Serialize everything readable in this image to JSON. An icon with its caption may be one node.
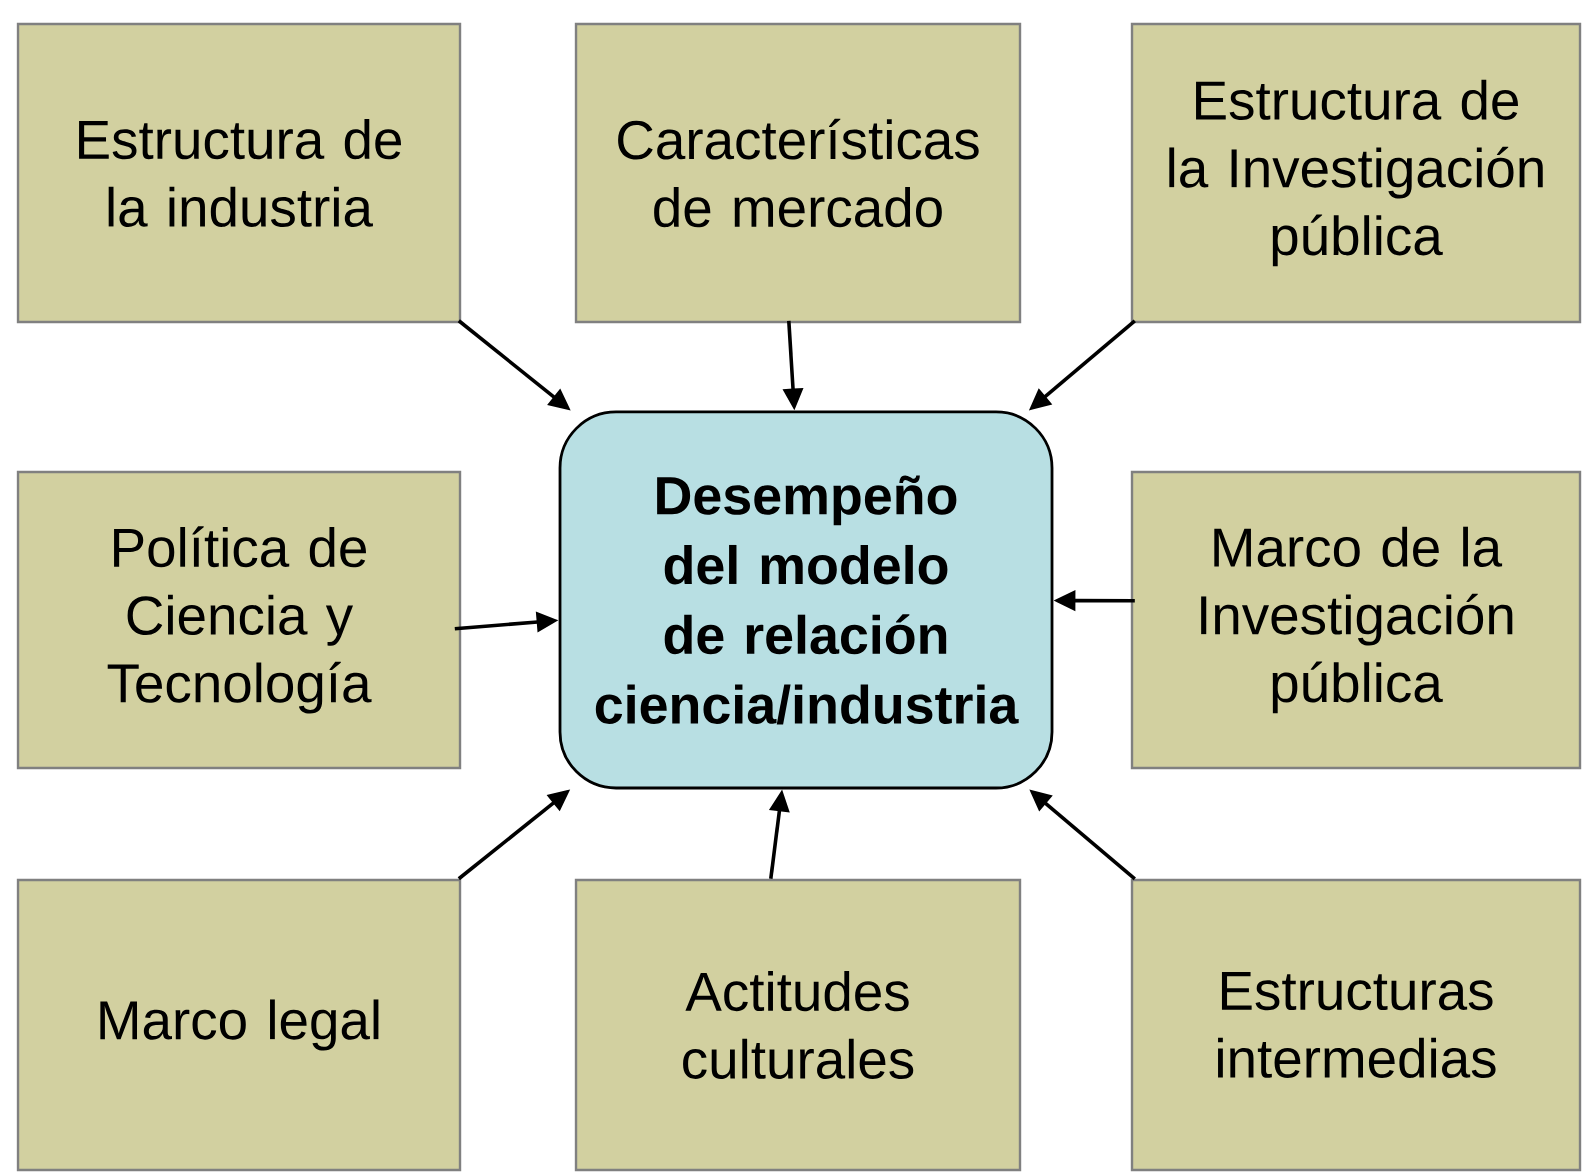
{
  "diagram": {
    "nodes": [
      {
        "text": [
          "Estructura de la industria"
        ]
      },
      {
        "text": [
          "Características de mercado"
        ]
      },
      {
        "text": [
          "Estructura de la Investigación pública"
        ]
      },
      {
        "text": [
          "Política de Ciencia y Tecnología"
        ]
      },
      {
        "text": [
          "Desempeño del modelo de relación ciencia/industria"
        ]
      },
      {
        "text": [
          "Marco de la Investigación pública"
        ]
      },
      {
        "text": [
          "Marco legal"
        ]
      },
      {
        "text": [
          "Actitudes culturales"
        ]
      },
      {
        "text": [
          "Estructuras intermedias"
        ]
      }
    ],
    "edges": [
      {
        "from": 0,
        "to": 4,
        "arrow": "to"
      },
      {
        "from": 1,
        "to": 4,
        "arrow": "to"
      },
      {
        "from": 2,
        "to": 4,
        "arrow": "to"
      },
      {
        "from": 3,
        "to": 4,
        "arrow": "to"
      },
      {
        "from": 5,
        "to": 4,
        "arrow": "to"
      },
      {
        "from": 6,
        "to": 4,
        "arrow": "to"
      },
      {
        "from": 7,
        "to": 4,
        "arrow": "to"
      },
      {
        "from": 8,
        "to": 4,
        "arrow": "to"
      }
    ]
  }
}
